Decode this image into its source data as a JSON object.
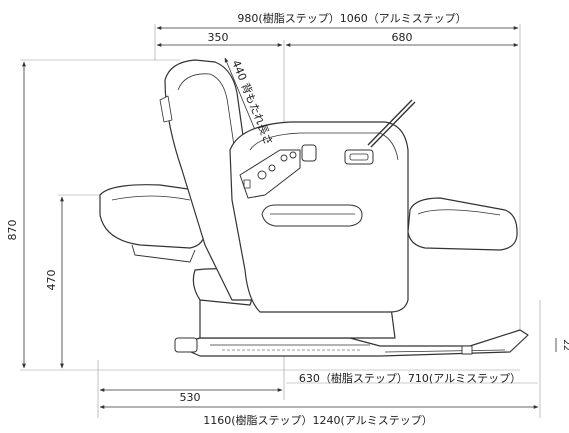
{
  "dimensions": {
    "top_total": "980(樹脂ステップ）1060（アルミステップ）",
    "top_left": "350",
    "top_right": "680",
    "backrest_length": "440 背もたれ長さ",
    "height_total": "870",
    "seat_height": "470",
    "footrest_clearance": "22",
    "bottom_step": "630（樹脂ステップ）710(アルミステップ）",
    "bottom_left": "530",
    "bottom_total": "1160(樹脂ステップ）1240(アルミステップ）"
  }
}
